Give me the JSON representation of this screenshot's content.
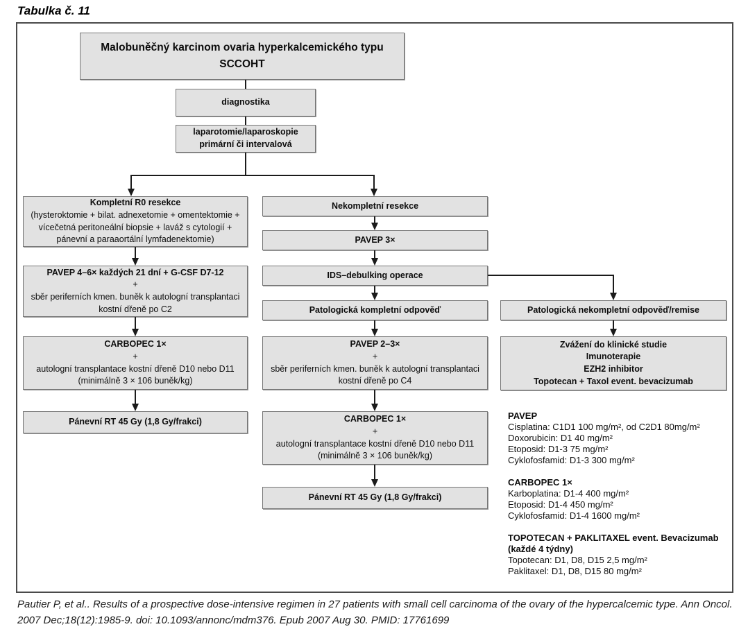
{
  "page_title": "Tabulka č. 11",
  "colors": {
    "box_fill": "#e2e2e2",
    "box_border": "#757575",
    "line": "#1b1b1b",
    "background": "#ffffff"
  },
  "boxes": {
    "root": {
      "l1": "Malobuněčný karcinom ovaria hyperkalcemického typu",
      "l2": "SCCOHT"
    },
    "diagnostika": {
      "l1": "diagnostika"
    },
    "laparotomy": {
      "l1": "laparotomie/laparoskopie",
      "l2": "primární či intervalová"
    },
    "complete_resection": {
      "l1": "Kompletní R0 resekce",
      "l2": "(hysteroktomie + bilat. adnexetomie + omentektomie +",
      "l3": "vícečetná peritoneální biopsie + laváž s cytologií +",
      "l4": "pánevní a paraaortální lymfadenektomie)"
    },
    "pavep46": {
      "l1": "PAVEP 4–6× každých 21 dní + G-CSF D7-12",
      "l2": "+",
      "l3": "sběr periferních kmen. buněk k autologní transplantaci",
      "l4": "kostní dřeně po C2"
    },
    "carbopec_left": {
      "l1": "CARBOPEC 1×",
      "l2": "+",
      "l3": "autologní transplantace kostní dřeně D10 nebo D11",
      "l4": "(minimálně 3 × 106 buněk/kg)"
    },
    "rt_left": {
      "l1": "Pánevní RT 45 Gy (1,8 Gy/frakci)"
    },
    "incomplete_resection": {
      "l1": "Nekompletní resekce"
    },
    "pavep3": {
      "l1": "PAVEP 3×"
    },
    "ids": {
      "l1": "IDS–debulking operace"
    },
    "path_complete": {
      "l1": "Patologická kompletní odpověď"
    },
    "pavep23": {
      "l1": "PAVEP 2–3×",
      "l2": "+",
      "l3": "sběr periferních kmen. buněk k autologní transplantaci",
      "l4": "kostní dřeně po C4"
    },
    "carbopec_mid": {
      "l1": "CARBOPEC 1×",
      "l2": "+",
      "l3": "autologní transplantace kostní dřeně D10 nebo D11",
      "l4": "(minimálně 3 × 106 buněk/kg)"
    },
    "rt_mid": {
      "l1": "Pánevní RT 45 Gy (1,8 Gy/frakci)"
    },
    "path_incomplete": {
      "l1": "Patologická nekompletní odpověď/remise"
    },
    "consider": {
      "l1": "Zvážení do klinické studie",
      "l2": "Imunoterapie",
      "l3": "EZH2 inhibitor",
      "l4": "Topotecan + Taxol event. bevacizumab"
    }
  },
  "legend": {
    "pavep_title": "PAVEP",
    "pavep_lines": [
      "Cisplatina: C1D1 100 mg/m², od C2D1 80mg/m²",
      "Doxorubicin: D1 40 mg/m²",
      "Etoposid: D1-3 75 mg/m²",
      "Cyklofosfamid: D1-3 300 mg/m²"
    ],
    "carbopec_title": "CARBOPEC 1×",
    "carbopec_lines": [
      "Karboplatina: D1-4 400 mg/m²",
      "Etoposid: D1-4 450 mg/m²",
      "Cyklofosfamid: D1-4 1600 mg/m²"
    ],
    "topo_title1": "TOPOTECAN + PAKLITAXEL event. Bevacizumab",
    "topo_title2": "(každé 4 týdny)",
    "topo_lines": [
      "Topotecan: D1, D8, D15 2,5 mg/m²",
      "Paklitaxel: D1, D8, D15 80 mg/m²"
    ]
  },
  "citation": "Pautier P, et al.. Results of a prospective dose-intensive regimen in 27 patients with small cell carcinoma of the ovary of the hypercalcemic type. Ann Oncol. 2007 Dec;18(12):1985-9. doi: 10.1093/annonc/mdm376. Epub 2007 Aug 30. PMID: 17761699"
}
